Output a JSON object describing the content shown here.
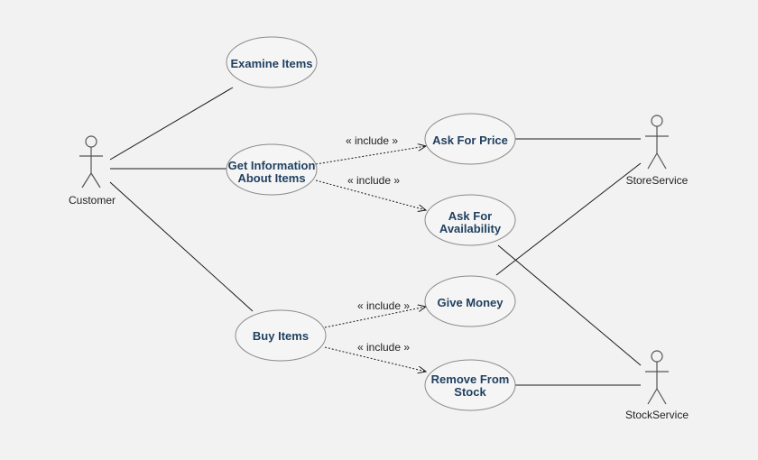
{
  "actors": [
    {
      "id": "customer",
      "label": "Customer"
    },
    {
      "id": "store",
      "label": "StoreService"
    },
    {
      "id": "stock",
      "label": "StockService"
    }
  ],
  "use_cases": [
    {
      "id": "examine",
      "lines": [
        "Examine Items"
      ]
    },
    {
      "id": "getinfo",
      "lines": [
        "Get Information",
        "About Items"
      ]
    },
    {
      "id": "askprice",
      "lines": [
        "Ask For Price"
      ]
    },
    {
      "id": "askavail",
      "lines": [
        "Ask For",
        "Availability"
      ]
    },
    {
      "id": "givemoney",
      "lines": [
        "Give Money"
      ]
    },
    {
      "id": "buy",
      "lines": [
        "Buy Items"
      ]
    },
    {
      "id": "remove",
      "lines": [
        "Remove From",
        "Stock"
      ]
    }
  ],
  "include_label": "« include »",
  "colors": {
    "use_case_text": "#1f3f5f",
    "background": "#f2f2f2"
  }
}
